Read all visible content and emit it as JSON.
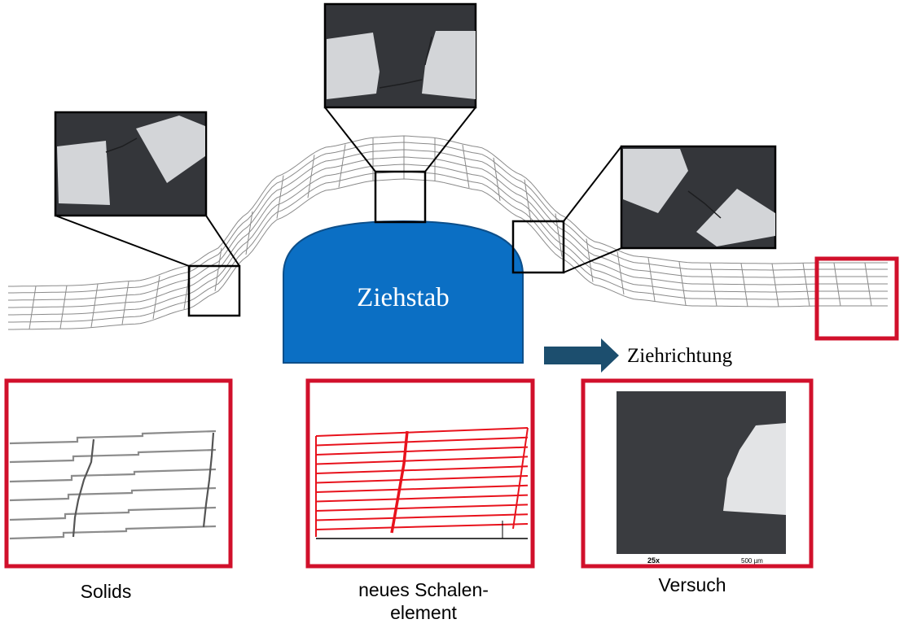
{
  "diagram": {
    "bar_label": "Ziehstab",
    "direction_label": "Ziehrichtung",
    "panel_labels": {
      "solids": "Solids",
      "shell_line1": "neues Schalen-",
      "shell_line2": "element",
      "test": "Versuch"
    },
    "micrograph_scale": {
      "magnification": "25x",
      "scale": "500 µm"
    }
  },
  "colors": {
    "bar_fill": "#0b6fc4",
    "bar_stroke": "#0d4f8a",
    "arrow": "#1c4e6e",
    "highlight_frame": "#d1102b",
    "shell_mesh": "#e8121c",
    "micrograph_bg": "#34363a",
    "fragment": "#d3d5d8"
  }
}
